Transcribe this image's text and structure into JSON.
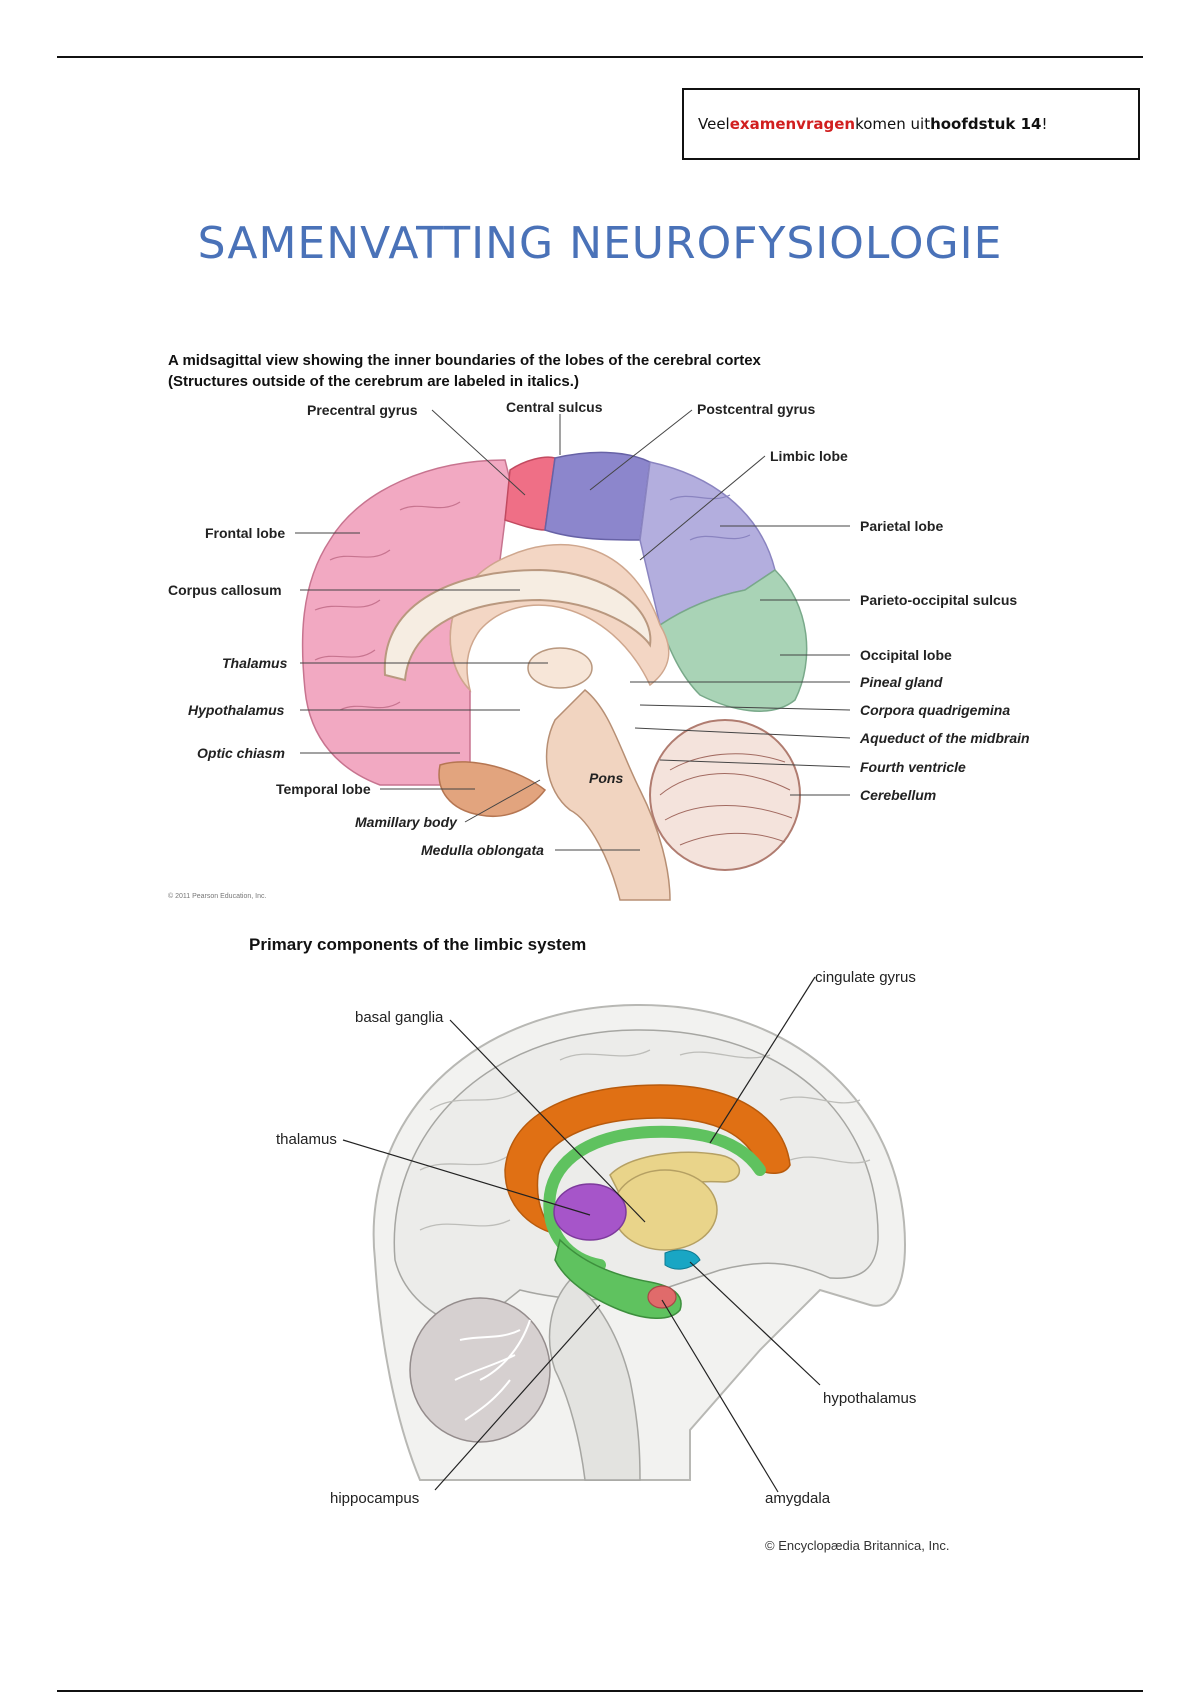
{
  "note": {
    "prefix": "Veel ",
    "highlight": "examenvragen",
    "middle": " komen uit ",
    "chapter": "hoofdstuk 14",
    "suffix": " !"
  },
  "page_title": "SAMENVATTING NEUROFYSIOLOGIE",
  "figure1": {
    "title_line1": "A midsagittal view showing the inner boundaries of the lobes of the cerebral cortex",
    "title_line2": "(Structures outside of the cerebrum are labeled in italics.)",
    "labels": {
      "precentral_gyrus": "Precentral gyrus",
      "central_sulcus": "Central sulcus",
      "postcentral_gyrus": "Postcentral gyrus",
      "limbic_lobe": "Limbic lobe",
      "frontal_lobe": "Frontal lobe",
      "parietal_lobe": "Parietal lobe",
      "corpus_callosum": "Corpus callosum",
      "parieto_occipital_sulcus": "Parieto-occipital sulcus",
      "thalamus": "Thalamus",
      "occipital_lobe": "Occipital lobe",
      "pineal_gland": "Pineal gland",
      "hypothalamus": "Hypothalamus",
      "corpora_quadrigemina": "Corpora quadrigemina",
      "optic_chiasm": "Optic chiasm",
      "aqueduct": "Aqueduct of the midbrain",
      "fourth_ventricle": "Fourth ventricle",
      "temporal_lobe": "Temporal lobe",
      "cerebellum": "Cerebellum",
      "pons": "Pons",
      "mamillary_body": "Mamillary body",
      "medulla_oblongata": "Medulla oblongata"
    },
    "credit": "© 2011 Pearson Education, Inc.",
    "colors": {
      "frontal": "#f2a9c2",
      "precentral": "#ef6f86",
      "postcentral": "#8c86cc",
      "parietal": "#b3aede",
      "occipital": "#a9d3b6",
      "limbic": "#f3d6c4",
      "brainstem": "#f1d4c0",
      "cerebellum": "#f4e3dc",
      "temporal": "#e2a47e"
    }
  },
  "figure2": {
    "title": "Primary components of the limbic system",
    "labels": {
      "cingulate_gyrus": "cingulate gyrus",
      "basal_ganglia": "basal ganglia",
      "thalamus": "thalamus",
      "hypothalamus": "hypothalamus",
      "hippocampus": "hippocampus",
      "amygdala": "amygdala"
    },
    "credit": "© Encyclopædia Britannica, Inc.",
    "colors": {
      "cingulate": "#e07014",
      "fornix": "#5fc25f",
      "basal_ganglia": "#e9d48a",
      "thalamus": "#a655c9",
      "amygdala": "#e06b6b",
      "hypothalamus": "#19a6c4",
      "brain": "#ececea"
    }
  }
}
